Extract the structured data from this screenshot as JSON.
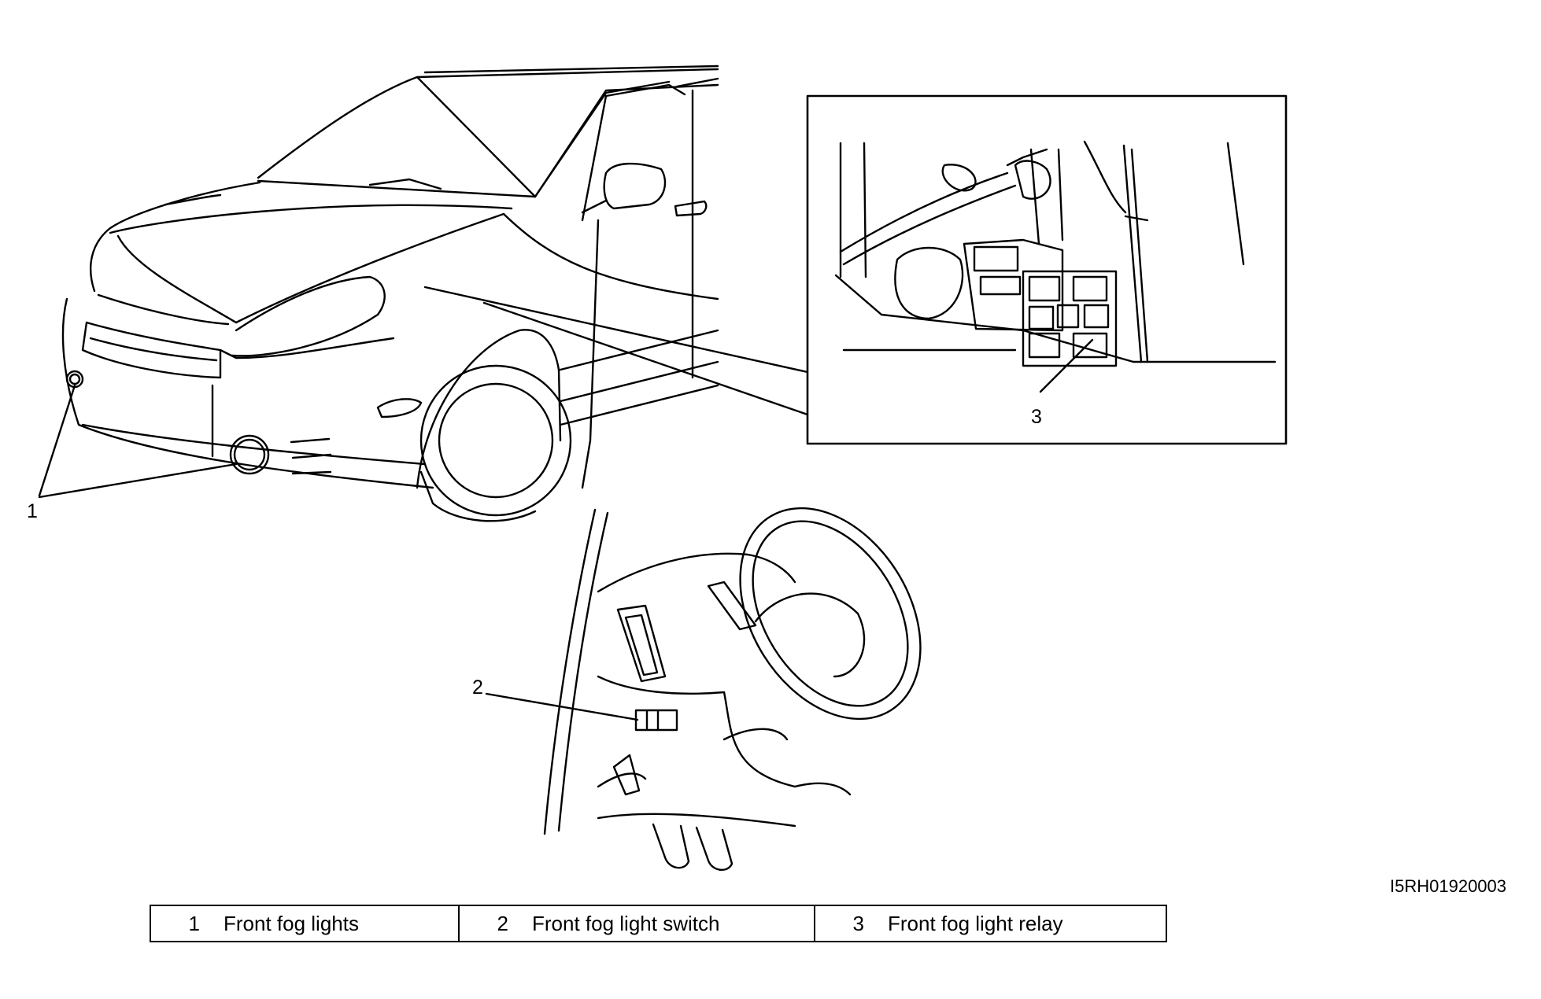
{
  "figure": {
    "callouts": [
      {
        "id": "1",
        "label": "1"
      },
      {
        "id": "2",
        "label": "2"
      },
      {
        "id": "3",
        "label": "3"
      }
    ],
    "document_code": "I5RH01920003"
  },
  "legend": {
    "items": [
      {
        "number": "1",
        "text": "Front fog lights"
      },
      {
        "number": "2",
        "text": "Front fog light switch"
      },
      {
        "number": "3",
        "text": "Front fog light relay"
      }
    ]
  },
  "colors": {
    "line": "#000000",
    "background": "#ffffff"
  }
}
